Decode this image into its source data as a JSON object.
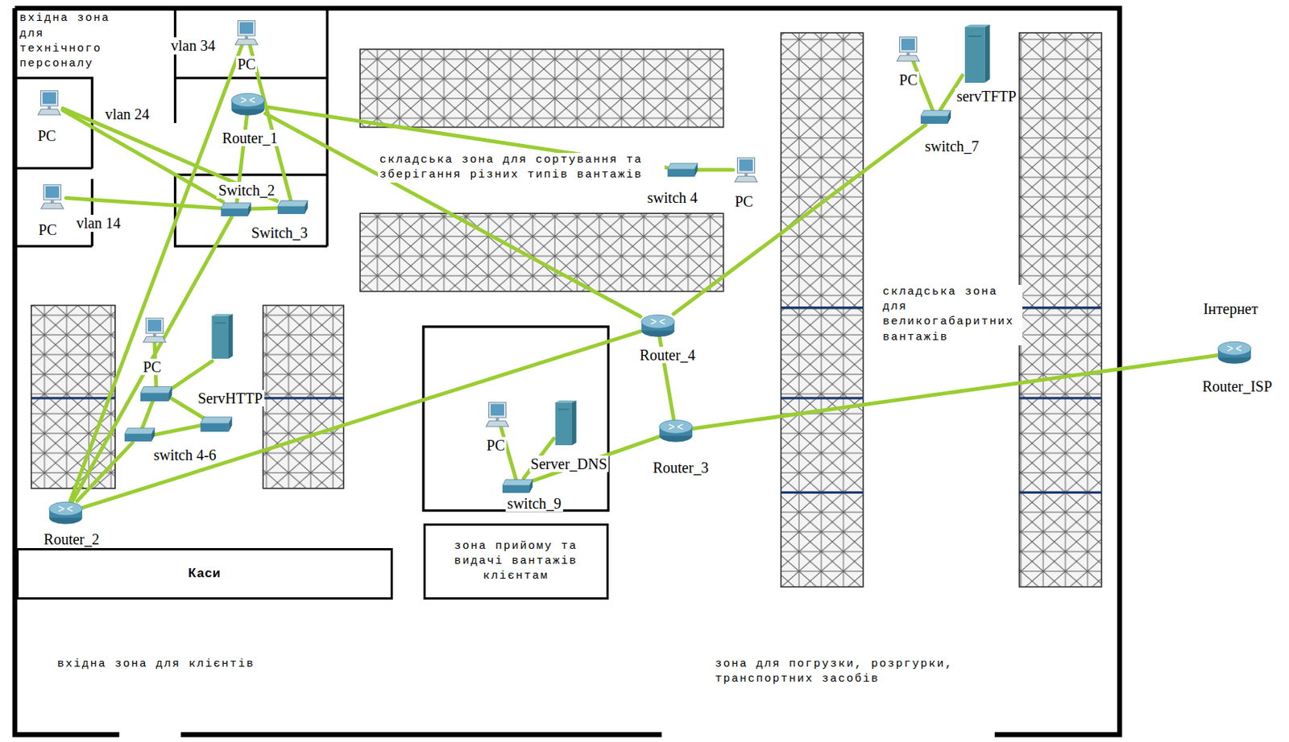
{
  "diagram": {
    "nodes": [
      {
        "text": [
          "PC"
        ]
      },
      {
        "text": [
          "Router_1"
        ]
      },
      {
        "text": [
          "PC"
        ]
      },
      {
        "text": [
          "PC"
        ]
      },
      {
        "text": [
          "Switch_2"
        ]
      },
      {
        "text": [
          "Switch_3"
        ]
      },
      {
        "text": [
          "switch 4"
        ]
      },
      {
        "text": [
          "PC"
        ]
      },
      {
        "text": [
          "PC"
        ]
      },
      {
        "text": [
          "servTFTP"
        ]
      },
      {
        "text": [
          "switch_7"
        ]
      },
      {
        "text": [
          "Router_4"
        ]
      },
      {
        "text": [
          "Router_3"
        ]
      },
      {
        "text": [
          "Інтернет",
          "Router_ISP"
        ]
      },
      {
        "text": [
          "PC"
        ]
      },
      {
        "text": [
          "ServHTTP"
        ]
      },
      {
        "text": [
          "switch 4-6"
        ]
      },
      {
        "text": [
          "PC"
        ]
      },
      {
        "text": [
          "Server_DNS"
        ]
      },
      {
        "text": [
          "switch_9"
        ]
      },
      {
        "text": [
          "Router_2"
        ]
      },
      {
        "text": [
          "Каси"
        ]
      },
      {
        "text": [
          "зона прийому та видачі вантажів клієнтам"
        ]
      }
    ],
    "edges": [
      {
        "from": 0,
        "to": 5,
        "arrow": "none"
      },
      {
        "from": 0,
        "to": 20,
        "arrow": "none"
      },
      {
        "from": 1,
        "to": 4,
        "arrow": "none"
      },
      {
        "from": 2,
        "to": 4,
        "arrow": "none"
      },
      {
        "from": 2,
        "to": 5,
        "arrow": "none"
      },
      {
        "from": 3,
        "to": 4,
        "arrow": "none"
      },
      {
        "from": 4,
        "to": 5,
        "arrow": "none"
      },
      {
        "from": 1,
        "to": 6,
        "arrow": "none"
      },
      {
        "from": 1,
        "to": 11,
        "arrow": "none"
      },
      {
        "from": 6,
        "to": 7,
        "arrow": "none"
      },
      {
        "from": 11,
        "to": 10,
        "arrow": "none"
      },
      {
        "from": 10,
        "to": 8,
        "arrow": "none"
      },
      {
        "from": 10,
        "to": 9,
        "arrow": "none"
      },
      {
        "from": 11,
        "to": 20,
        "arrow": "none"
      },
      {
        "from": 11,
        "to": 12,
        "arrow": "none"
      },
      {
        "from": 12,
        "to": 19,
        "arrow": "none"
      },
      {
        "from": 12,
        "to": 13,
        "arrow": "none"
      },
      {
        "from": 19,
        "to": 17,
        "arrow": "none"
      },
      {
        "from": 19,
        "to": 18,
        "arrow": "none"
      },
      {
        "from": 20,
        "to": 16,
        "arrow": "none"
      },
      {
        "from": 20,
        "to": 4,
        "arrow": "none"
      }
    ],
    "labels": [
      "вхідна зона для технічного персоналу",
      "vlan 34",
      "vlan 24",
      "vlan 14",
      "складська зона для сортування та зберігання різних типів вантажів",
      "складська зона для великогабаритних вантажів",
      "вхідна зона для клієнтів",
      "зона для погрузки, розргурки, транспортних засобів"
    ]
  }
}
